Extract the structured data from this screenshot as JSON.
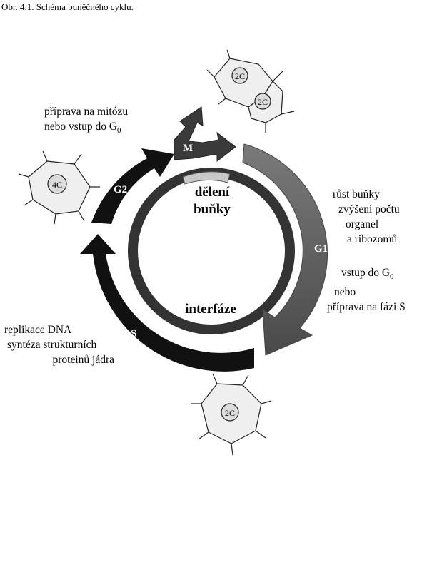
{
  "caption": "Obr. 4.1. Schéma buněčného cyklu.",
  "center": {
    "division_line1": "dělení",
    "division_line2": "buňky",
    "interphase": "interfáze"
  },
  "phases": {
    "m": "M",
    "g1": "G1",
    "s": "S",
    "g2": "G2"
  },
  "cells": {
    "top_a": "2C",
    "top_b": "2C",
    "left": "4C",
    "bottom": "2C"
  },
  "notes": {
    "top_left_1": "příprava na mitózu",
    "top_left_2_prefix": "nebo vstup do G",
    "top_left_2_sub": "0",
    "right_1": "růst buňky",
    "right_2": "zvýšení počtu",
    "right_3": "organel",
    "right_4": "a ribozomů",
    "right_5_prefix": "vstup do G",
    "right_5_sub": "0",
    "right_6": "nebo",
    "right_7": "příprava na fázi S",
    "bottom_left_1": "replikace DNA",
    "bottom_left_2": "syntéza strukturních",
    "bottom_left_3": "proteinů jádra"
  },
  "colors": {
    "g1_arrow": "#6d6d6d",
    "s_arrow": "#111111",
    "g2_arrow": "#111111",
    "m_arrow": "#3a3a3a",
    "inner_ring": "#333333",
    "mitosis_band": "#c8c8c8",
    "cell_fill": "#efefef"
  }
}
